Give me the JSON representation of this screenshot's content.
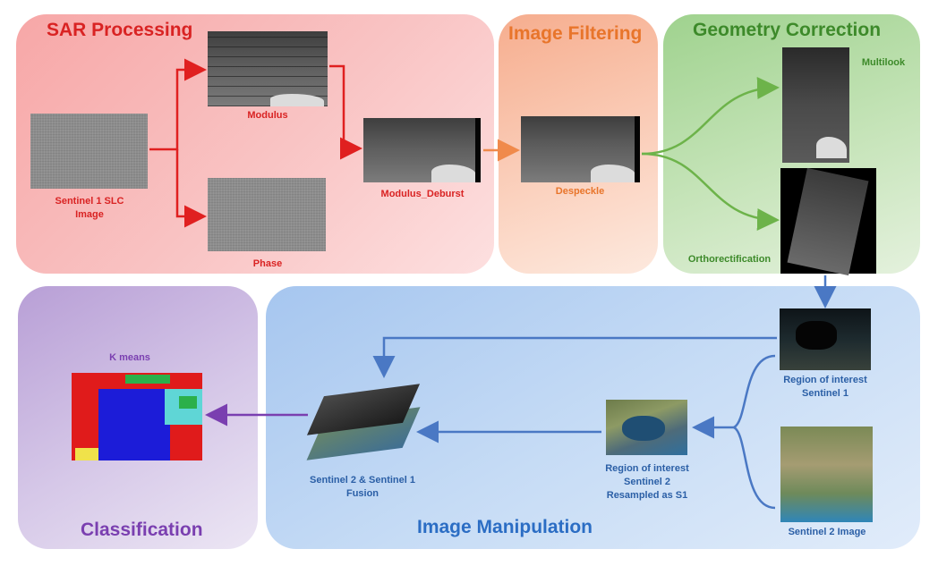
{
  "panels": {
    "sar_processing": "SAR Processing",
    "image_filtering": "Image Filtering",
    "geometry_correction": "Geometry Correction",
    "classification": "Classification",
    "image_manipulation": "Image Manipulation"
  },
  "labels": {
    "sentinel1_slc": "Sentinel 1 SLC\nImage",
    "modulus": "Modulus",
    "phase": "Phase",
    "modulus_deburst": "Modulus_Deburst",
    "despeckle": "Despeckle",
    "multilook": "Multilook",
    "orthorectification": "Orthorectification",
    "roi_s1": "Region of interest\nSentinel 1",
    "sentinel2_image": "Sentinel 2 Image",
    "roi_s2": "Region of interest\nSentinel 2\nResampled as S1",
    "fusion": "Sentinel 2 & Sentinel 1\nFusion",
    "kmeans": "K means"
  },
  "colors": {
    "sar_red": "#d92323",
    "filter_orange": "#e8752b",
    "geometry_green": "#3d8a2a",
    "manip_blue": "#2b6dc4",
    "class_purple": "#7a3fb0"
  }
}
